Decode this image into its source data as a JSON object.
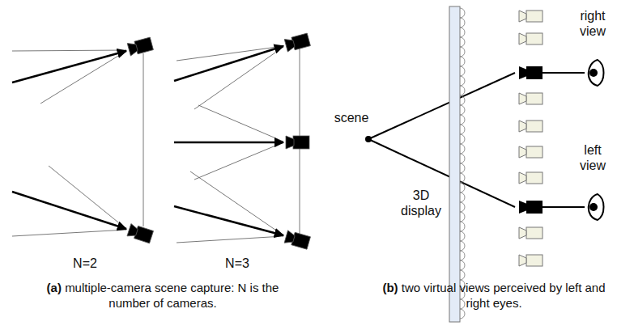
{
  "diagram": {
    "labels": [
      "N=2",
      "N=3",
      "scene",
      "3D display",
      "right view",
      "left view",
      "(a)",
      "multiple-camera scene capture: N is the number of cameras.",
      "(b)",
      "two virtual views perceived by left and right eyes."
    ]
  }
}
